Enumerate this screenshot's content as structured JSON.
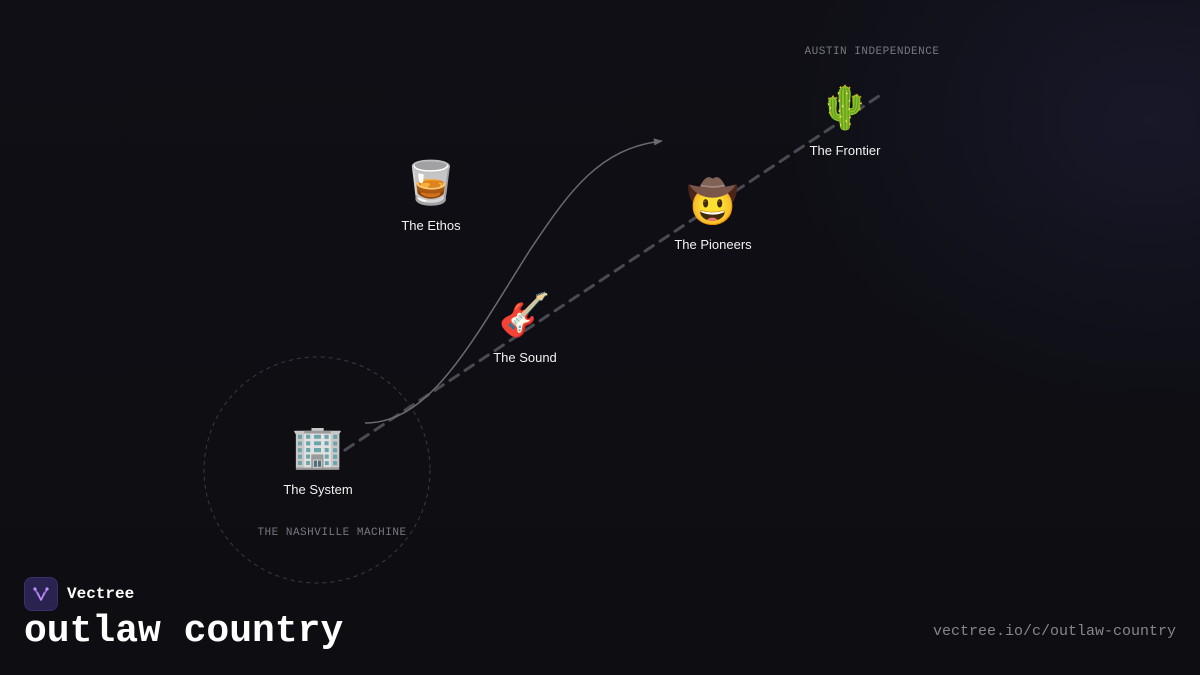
{
  "brand": {
    "name": "Vectree",
    "icon": "vectree-logo-icon",
    "accent": "#a070e0"
  },
  "title": "outlaw country",
  "url": "vectree.io/c/outlaw-country",
  "regions": {
    "nashville": "THE NASHVILLE MACHINE",
    "austin": "AUSTIN INDEPENDENCE"
  },
  "nodes": {
    "system": {
      "label": "The System",
      "emoji": "🏢",
      "icon": "office-building-icon"
    },
    "sound": {
      "label": "The Sound",
      "emoji": "🎸",
      "icon": "guitar-icon"
    },
    "ethos": {
      "label": "The Ethos",
      "emoji": "🥃",
      "icon": "whiskey-glass-icon"
    },
    "pioneers": {
      "label": "The Pioneers",
      "emoji": "🤠",
      "icon": "cowboy-face-icon"
    },
    "frontier": {
      "label": "The Frontier",
      "emoji": "🌵",
      "icon": "cactus-icon"
    }
  },
  "colors": {
    "background": "#0e0e13",
    "trajectory": "#4a4a52",
    "curve": "#6a6a72",
    "region_outline": "#3a3a42"
  }
}
